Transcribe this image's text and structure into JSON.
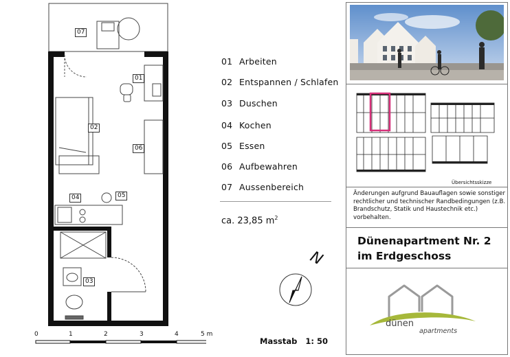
{
  "legend": [
    {
      "num": "01",
      "label": "Arbeiten"
    },
    {
      "num": "02",
      "label": "Entspannen / Schlafen"
    },
    {
      "num": "03",
      "label": "Duschen"
    },
    {
      "num": "04",
      "label": "Kochen"
    },
    {
      "num": "05",
      "label": "Essen"
    },
    {
      "num": "06",
      "label": "Aufbewahren"
    },
    {
      "num": "07",
      "label": "Aussenbereich"
    }
  ],
  "area": {
    "text": "ca. 23,85 m",
    "sup": "2"
  },
  "north": "N",
  "scale": {
    "ticks": [
      "0",
      "1",
      "2",
      "3",
      "4",
      "5 m"
    ],
    "label": "Masstab   1: 50"
  },
  "notice": "Änderungen aufgrund Bauauflagen sowie sonstiger rechtlicher und technischer Randbedingungen (z.B. Brandschutz, Statik und Haustechnik etc.) vorbehalten.",
  "sketch_caption": "Übersichtsskizze",
  "title": {
    "line1": "Dünenapartment Nr. 2",
    "line2": "im Erdgeschoss"
  },
  "logo": {
    "word": "dünen",
    "sub": "apartments"
  },
  "room_tags": {
    "r01": "01",
    "r02": "02",
    "r03": "03",
    "r04": "04",
    "r05": "05",
    "r06": "06",
    "r07": "07"
  },
  "colors": {
    "logo_green": "#a6b83a",
    "highlight": "#d6307a",
    "sky": "#7fa6d6",
    "wall": "#111111"
  }
}
